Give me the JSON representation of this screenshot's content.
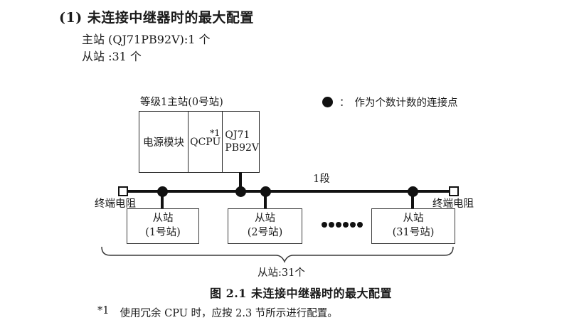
{
  "colors": {
    "background": "#ffffff",
    "diagram_line": "#111111"
  },
  "section": {
    "heading": "(1) 未连接中继器时的最大配置",
    "config_lines": {
      "master": "主站 (QJ71PB92V):1 个",
      "slave": "从站 :31 个"
    }
  },
  "legend": {
    "symbol": "connection-point-dot",
    "separator": "：",
    "label": "作为个数计数的连接点"
  },
  "master_station": {
    "label": "等级1主站(0号站)",
    "modules": {
      "power": {
        "label": "电源模块"
      },
      "cpu": {
        "label": "QCPU",
        "note": "*1"
      },
      "pb": {
        "label_line1": "QJ71",
        "label_line2": "PB92V"
      }
    }
  },
  "bus": {
    "segment_label": "1段",
    "terminator_left": "终端电阻",
    "terminator_right": "终端电阻"
  },
  "slaves": {
    "stations": [
      {
        "line1": "从站",
        "line2": "(1号站)"
      },
      {
        "line1": "从站",
        "line2": "(2号站)"
      },
      {
        "line1": "从站",
        "line2": "(31号站)"
      }
    ],
    "count_label": "从站:31个"
  },
  "figure": {
    "caption": "图 2.1 未连接中继器时的最大配置",
    "footnote_marker": "*1",
    "footnote_text": "使用冗余 CPU 时，应按 2.3 节所示进行配置。"
  }
}
